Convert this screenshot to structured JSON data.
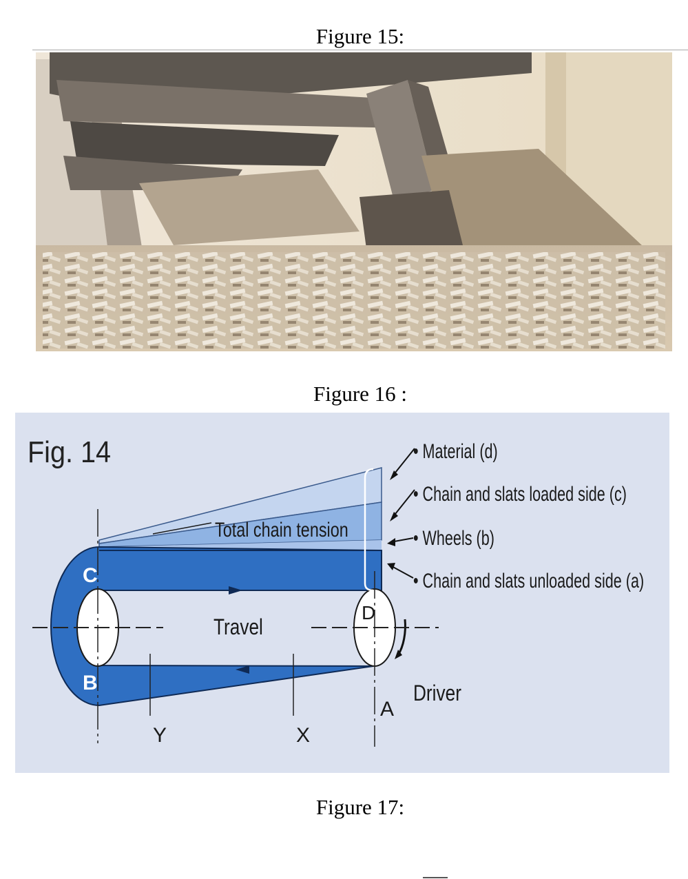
{
  "captions": {
    "fig15": "Figure 15:",
    "fig16": "Figure 16 :",
    "fig17": "Figure 17:"
  },
  "photo": {
    "subject": "collapsed structure photograph"
  },
  "diagram": {
    "title": "Fig. 14",
    "total_tension": "Total chain tension",
    "travel": "Travel",
    "driver": "Driver",
    "legend": [
      "• Material (d)",
      "• Chain and slats loaded side (c)",
      "• Wheels (b)",
      "• Chain and slats unloaded side (a)"
    ],
    "points": {
      "a": "A",
      "b": "B",
      "c": "C",
      "d": "D",
      "x": "X",
      "y": "Y"
    },
    "colors": {
      "panel_bg": "#dbe1ef",
      "chain_blue": "#2f6fc2",
      "light_blue": "#8fb3e3",
      "pale_blue": "#c4d5ef"
    }
  }
}
